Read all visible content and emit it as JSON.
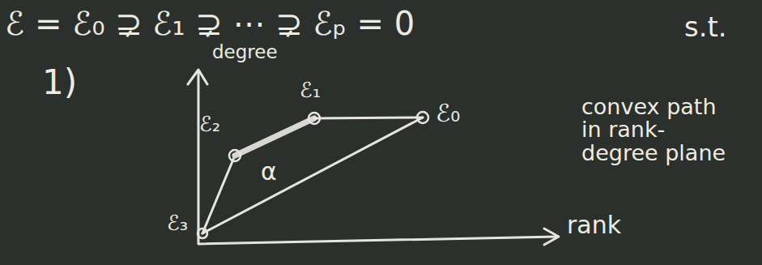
{
  "diagram": {
    "labels": [
      "ℰ = ℰ₀ ⊋ ℰ₁ ⊋ ⋯ ⊋ ℰₚ = 0",
      "s.t.",
      "1)",
      "degree",
      "rank",
      "ℰ₀",
      "ℰ₁",
      "ℰ₂",
      "ℰ₃",
      "α",
      "convex path in rank-degree plane"
    ]
  }
}
